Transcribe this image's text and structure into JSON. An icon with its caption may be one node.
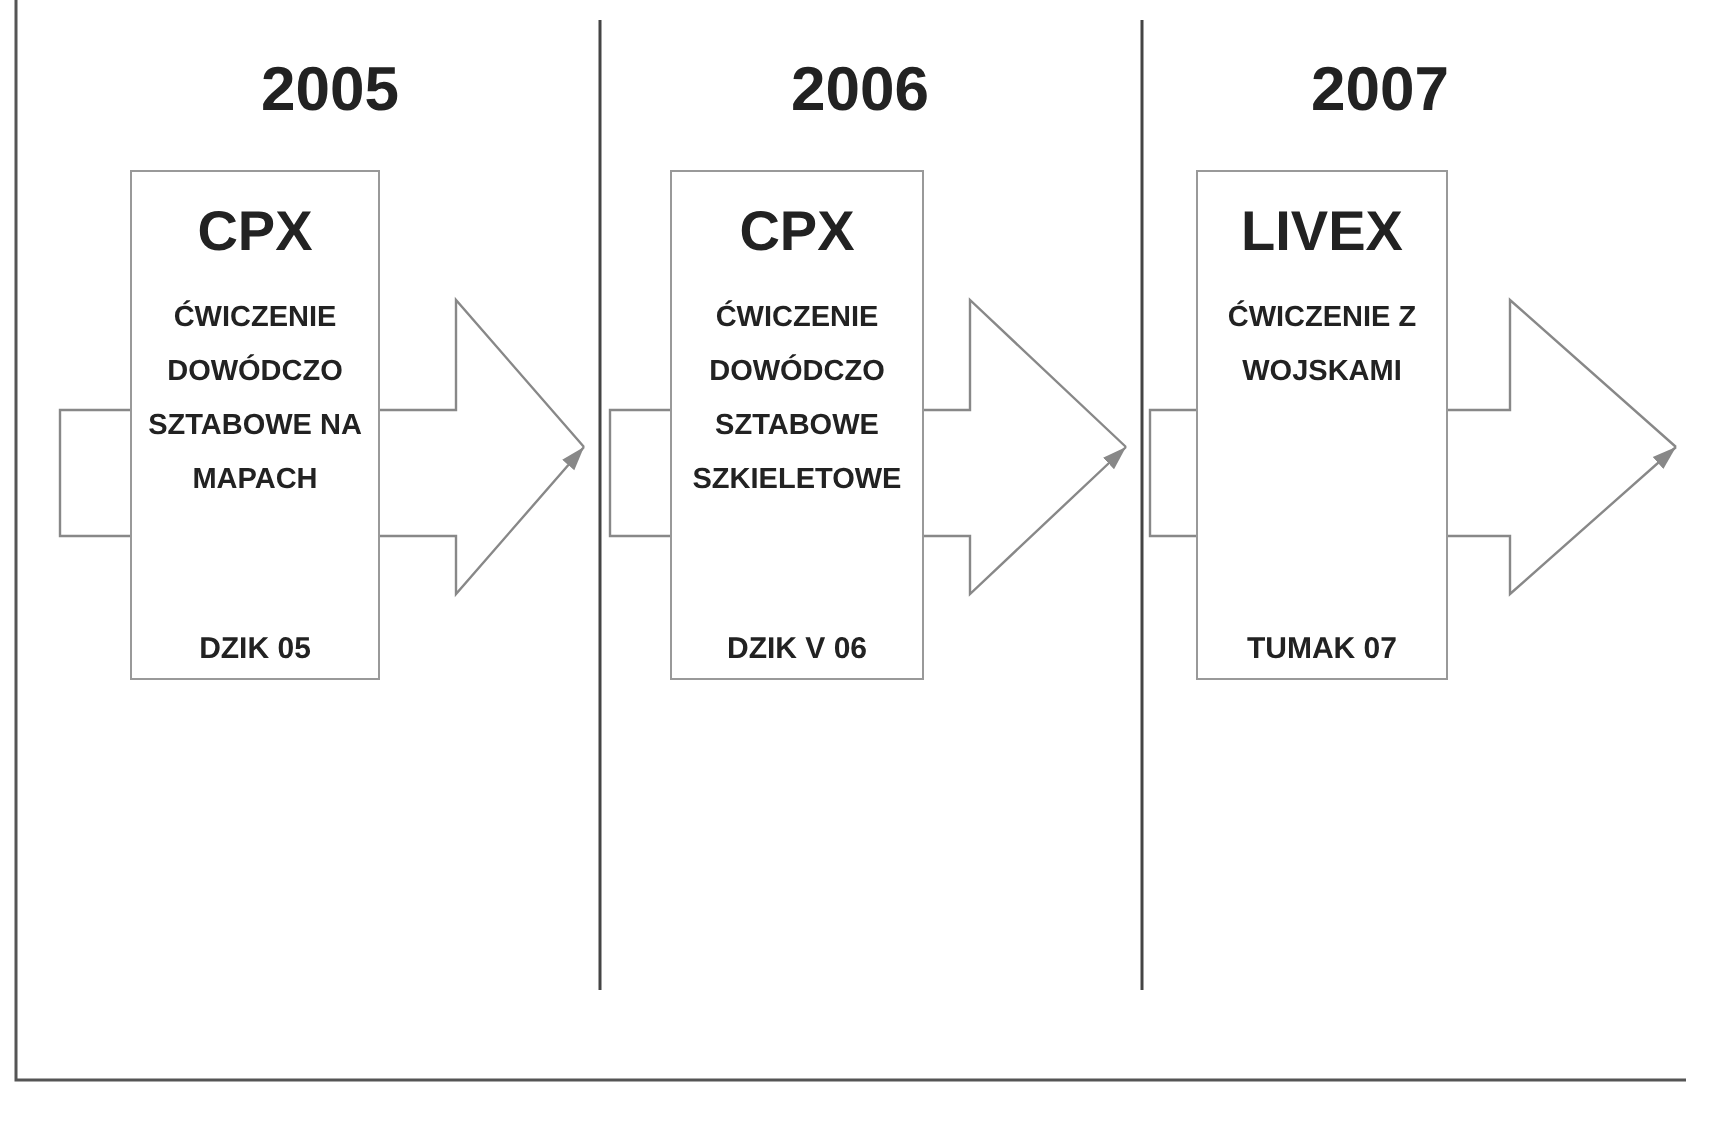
{
  "diagram": {
    "nodes": [
      {
        "text": [
          "CPX",
          "ĆWICZENIE DOWÓDCZO SZTABOWE NA MAPACH",
          "DZIK 05"
        ]
      },
      {
        "text": [
          "CPX",
          "ĆWICZENIE DOWÓDCZO SZTABOWE SZKIELETOWE",
          "DZIK V 06"
        ]
      },
      {
        "text": [
          "LIVEX",
          "ĆWICZENIE Z WOJSKAMI",
          "TUMAK 07"
        ]
      }
    ],
    "edges": [
      {
        "from": 0,
        "to": null,
        "arrow": "to"
      },
      {
        "from": 1,
        "to": null,
        "arrow": "to"
      },
      {
        "from": 2,
        "to": null,
        "arrow": "to"
      }
    ],
    "labels": [
      "2005",
      "2006",
      "2007"
    ]
  }
}
